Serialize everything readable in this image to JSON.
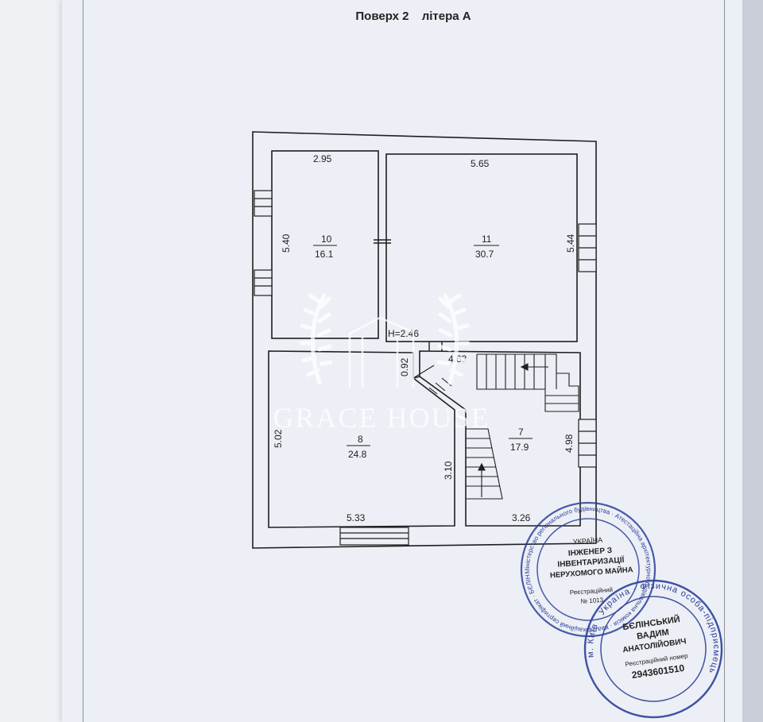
{
  "document": {
    "title_floor": "Поверх 2",
    "title_letter": "літера А"
  },
  "plan": {
    "height_label": "H=2.46",
    "rooms": [
      {
        "id": "10",
        "area": "16.1",
        "width": "2.95",
        "length": "5.40"
      },
      {
        "id": "11",
        "area": "30.7",
        "width": "5.65",
        "length": "5.44"
      },
      {
        "id": "8",
        "area": "24.8",
        "width": "5.33",
        "length": "5.02",
        "extra": "3.10"
      },
      {
        "id": "7",
        "area": "17.9",
        "width": "3.26",
        "length": "4.98",
        "stair": "4.63"
      }
    ],
    "corridor_width": "0.92"
  },
  "watermark": {
    "text": "GRACE HOUSE"
  },
  "stamps": [
    {
      "name": "engineer-stamp",
      "lines": [
        "УКРАЇНА",
        "ІНЖЕНЕР З",
        "ІНВЕНТАРИЗАЦІЇ",
        "НЕРУХОМОГО МАЙНА",
        "Реєстраційний",
        "№ 1013"
      ],
      "ring": "Міністерство регіонального будівництва · Атестаційна архітектурно-будівельна комісія · Кваліфікаційний сертифікат · БЄЛІНСЬКИЙ ВАДИМ"
    },
    {
      "name": "entrepreneur-stamp",
      "lines": [
        "БЄЛІНСЬКИЙ",
        "ВАДИМ",
        "АНАТОЛІЙОВИЧ",
        "Реєстраційний номер",
        "2943601510"
      ],
      "ring": "м. Київ · Україна · Фізична особа-підприємець"
    }
  ],
  "colors": {
    "stamp_ink": "#2c3f9a",
    "line": "#1f1f1f",
    "watermark": "#ffffff"
  }
}
